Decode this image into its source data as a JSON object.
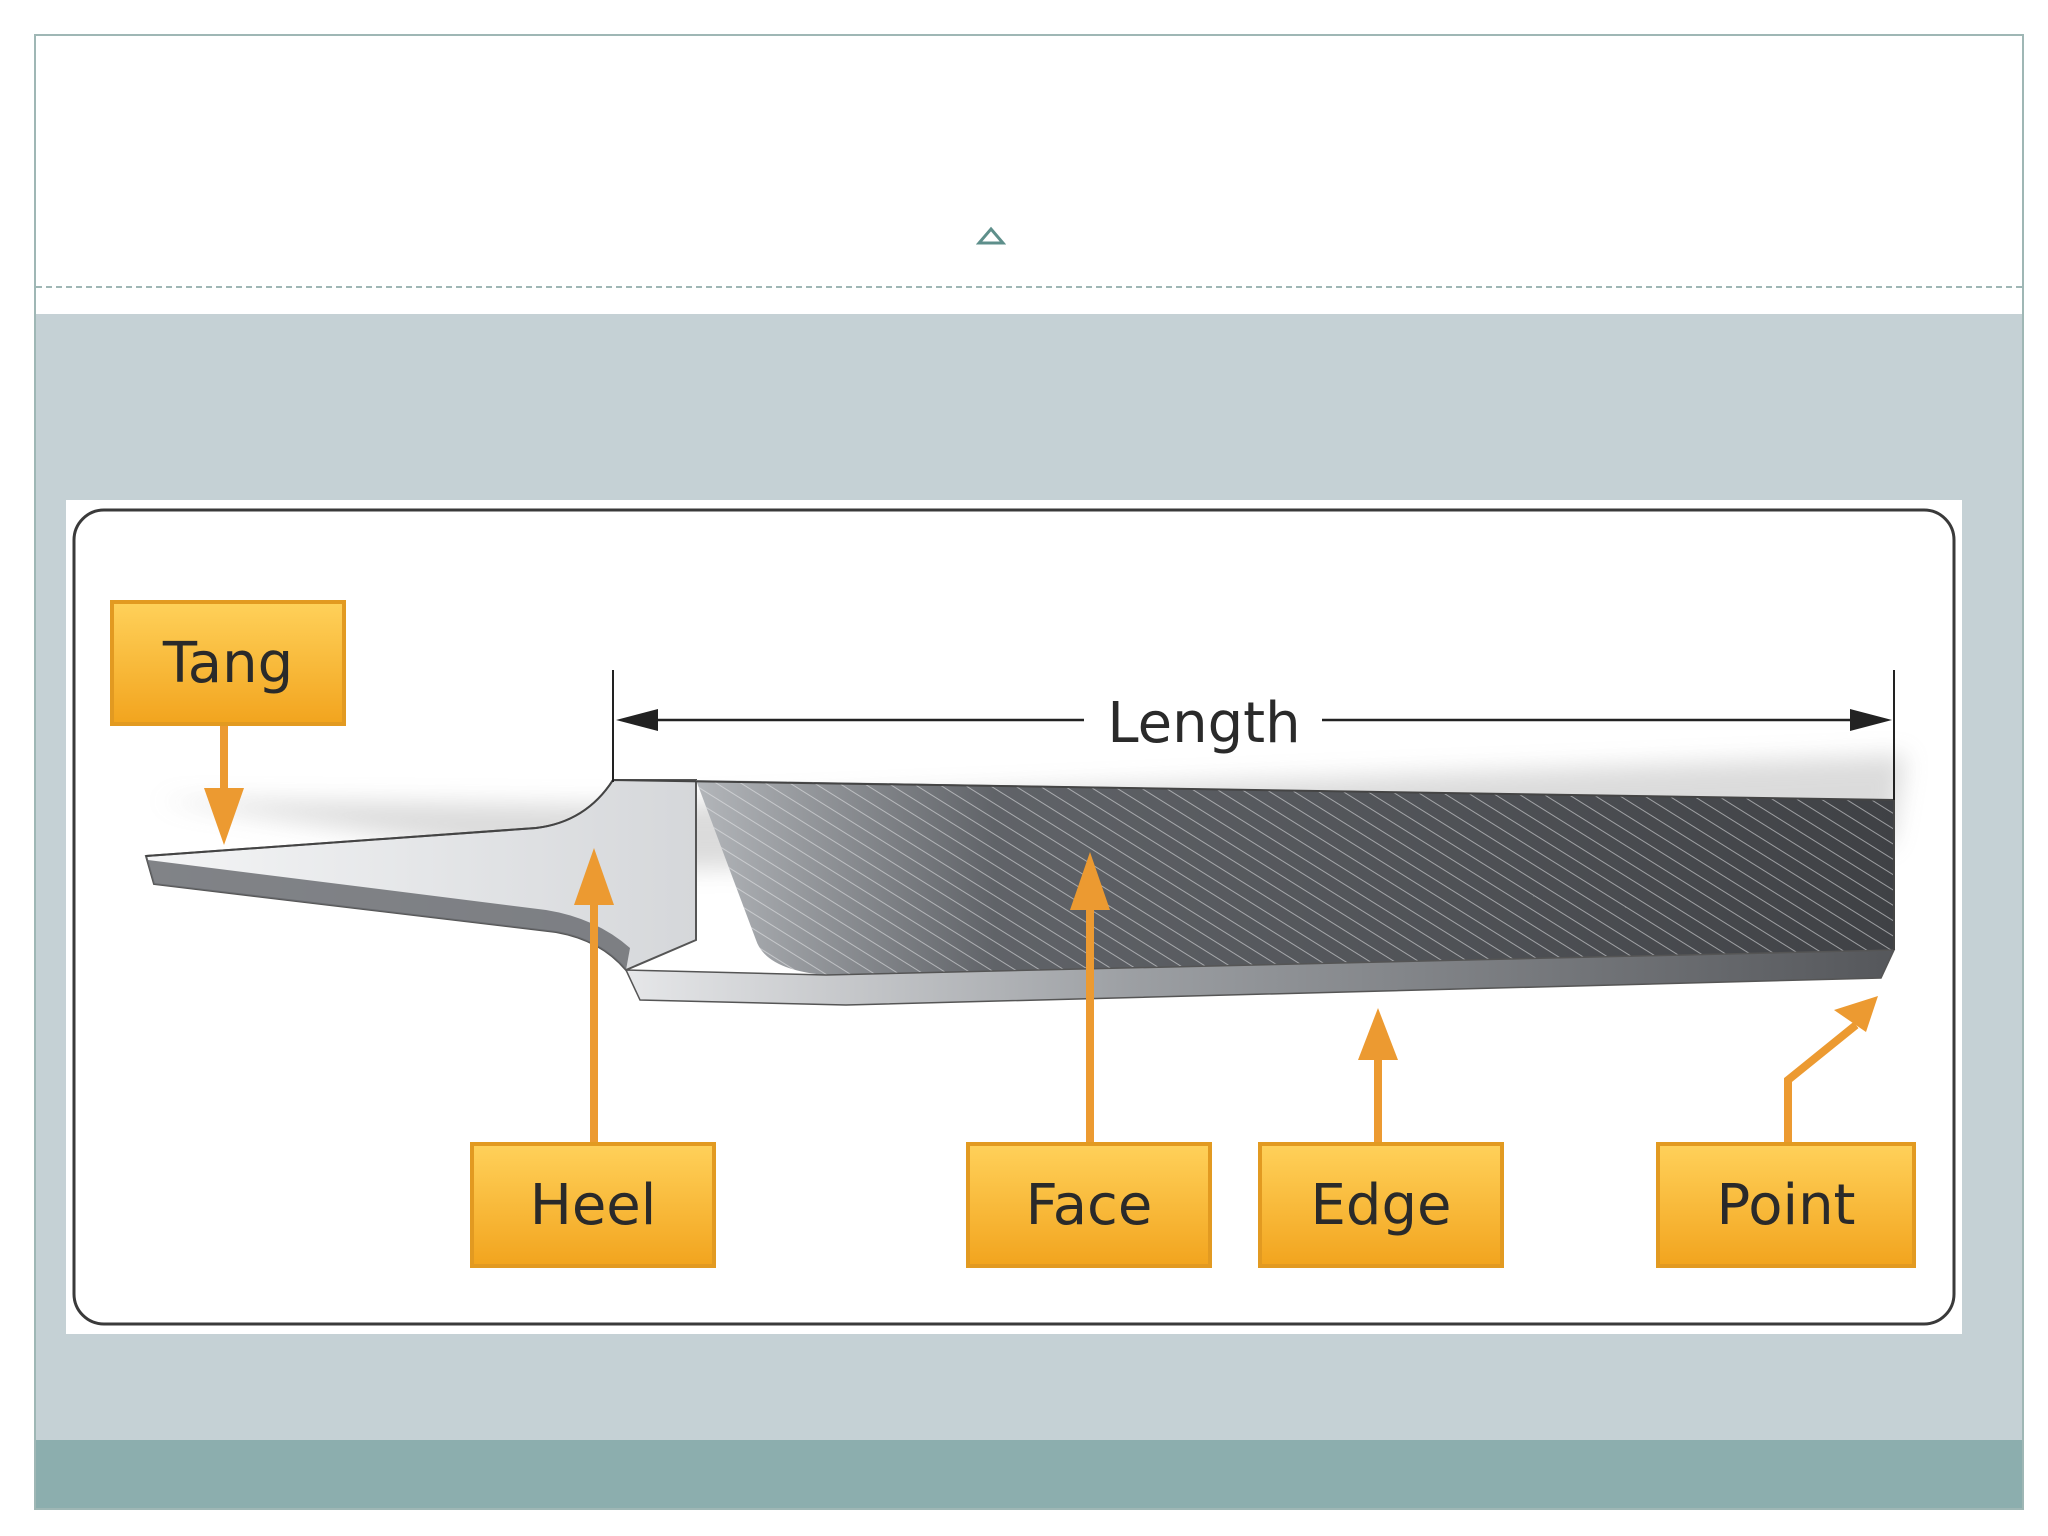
{
  "labels": {
    "tang": "Tang",
    "length": "Length",
    "heel": "Heel",
    "face": "Face",
    "edge": "Edge",
    "point": "Point"
  },
  "colors": {
    "slide_body": "#c5d1d5",
    "slide_footer": "#8caeae",
    "label_fill": "#f5b42a",
    "label_border": "#e29a21",
    "arrow": "#ec9a31",
    "file_dark": "#45474b",
    "file_light": "#dcdee0"
  }
}
